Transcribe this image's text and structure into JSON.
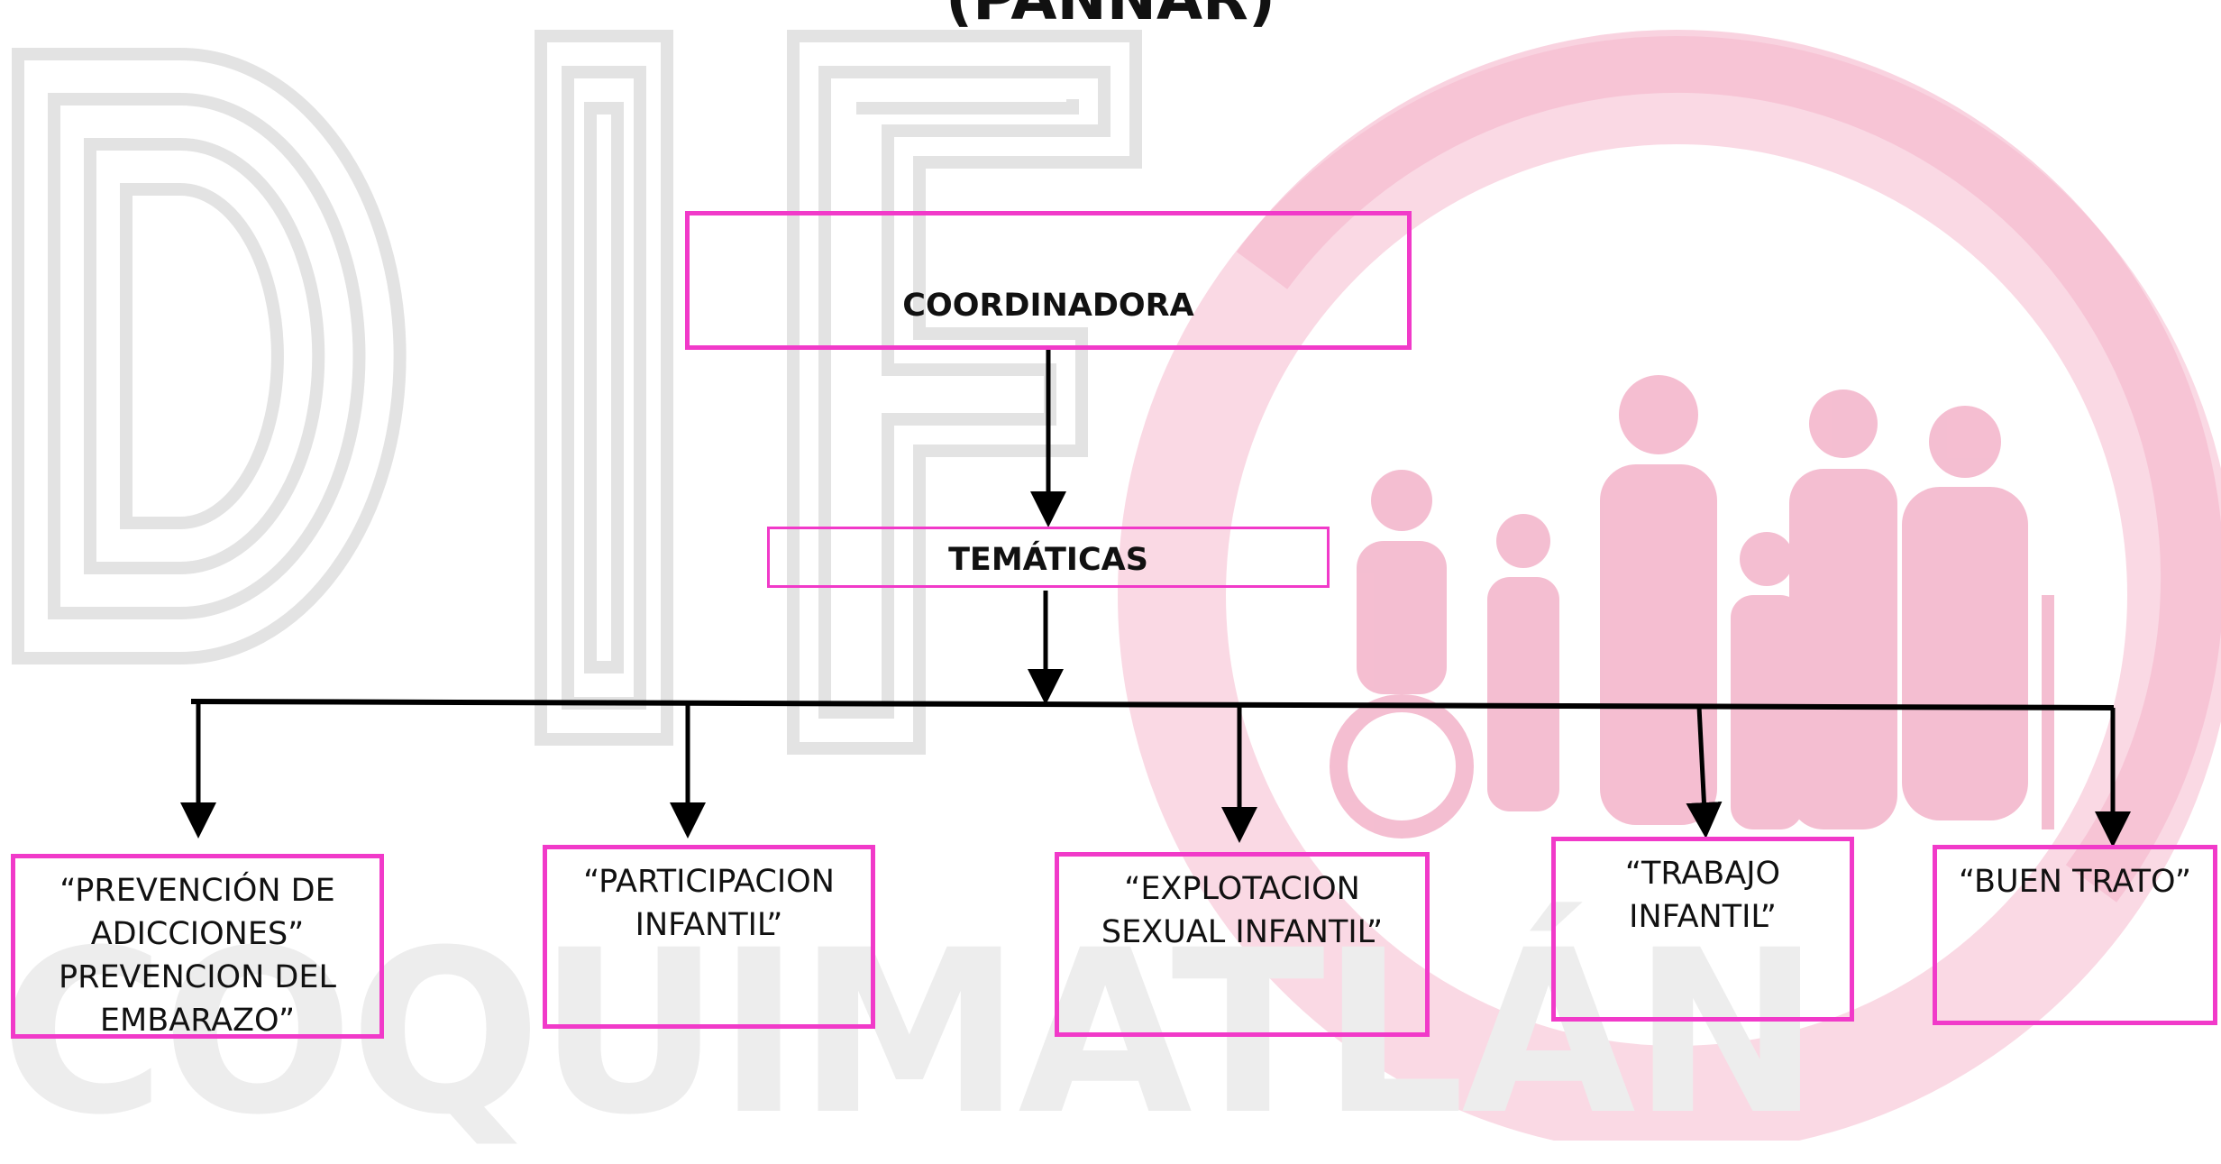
{
  "title": "(PANNAR)",
  "watermark": {
    "letters": [
      "D",
      "I",
      "F"
    ],
    "town": "COQUIMATLÁN",
    "gray": "#e3e3e3",
    "pink": "#f7c5d6"
  },
  "nodes": {
    "coordinator": "COORDINADORA",
    "topics": "TEMÁTICAS",
    "children": [
      {
        "id": "prevencion",
        "lines": [
          "“PREVENCIÓN DE",
          "ADICCIONES”",
          "PREVENCION DEL",
          "EMBARAZO”"
        ]
      },
      {
        "id": "participacion",
        "lines": [
          "“PARTICIPACION",
          "INFANTIL”"
        ]
      },
      {
        "id": "explotacion",
        "lines": [
          "“EXPLOTACION",
          "SEXUAL INFANTIL”"
        ]
      },
      {
        "id": "trabajo",
        "lines": [
          "“TRABAJO",
          "INFANTIL”"
        ]
      },
      {
        "id": "buen-trato",
        "lines": [
          "“BUEN TRATO”"
        ]
      }
    ]
  },
  "colors": {
    "box_border": "#f13ac9",
    "connector": "#000000"
  }
}
